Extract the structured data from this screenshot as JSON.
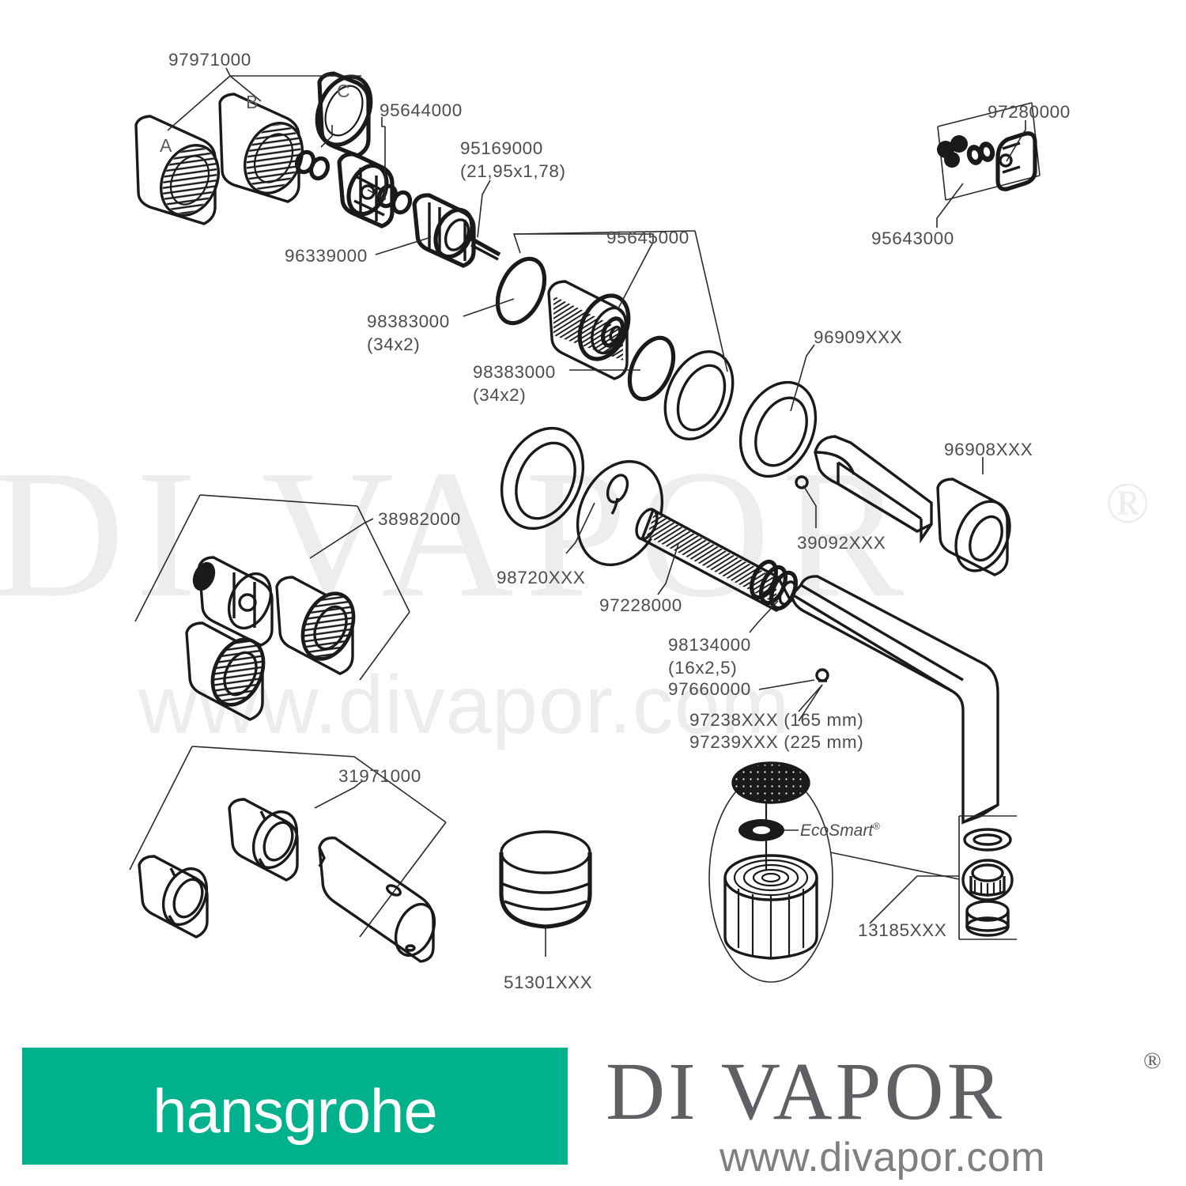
{
  "document": {
    "type": "exploded-view spare parts diagram",
    "brand": "hansgrohe",
    "watermark": {
      "main": "DI VAPOR",
      "registered": "®",
      "url": "www.divapor.com"
    }
  },
  "labels": {
    "p97971000": "97971000",
    "letter_a": "A",
    "letter_b": "B",
    "letter_c": "C",
    "p95644000": "95644000",
    "p96339000": "96339000",
    "p95169000": "95169000",
    "p95169000_spec": "(21,95x1,78)",
    "p97280000": "97280000",
    "p95643000": "95643000",
    "p95645000": "95645000",
    "p98383000_a": "98383000",
    "p98383000_a_spec": "(34x2)",
    "p98383000_b": "98383000",
    "p98383000_b_spec": "(34x2)",
    "p96909xxx": "96909XXX",
    "p96908xxx": "96908XXX",
    "p39092xxx": "39092XXX",
    "p38982000": "38982000",
    "p98720xxx": "98720XXX",
    "p97228000": "97228000",
    "p98134000": "98134000",
    "p98134000_spec": "(16x2,5)",
    "p97660000": "97660000",
    "p97238xxx": "97238XXX (165 mm)",
    "p97239xxx": "97239XXX (225 mm)",
    "p31971000": "31971000",
    "p51301xxx": "51301XXX",
    "p13185xxx": "13185XXX",
    "ecosmart": "EcoSmart",
    "ecosmart_reg": "®"
  },
  "footer": {
    "hansgrohe_wordmark": "hansgrohe",
    "divapor_wordmark": "DI VAPOR",
    "divapor_registered": "®",
    "divapor_url": "www.divapor.com"
  },
  "colors": {
    "hansgrohe_green": "#00b28c",
    "label_text": "#4c4d51",
    "divapor_gray": "#5e6064",
    "divapor_url_gray": "#7d7f83",
    "watermark_gray": "#eceded",
    "line_black": "#1a1a1a"
  }
}
